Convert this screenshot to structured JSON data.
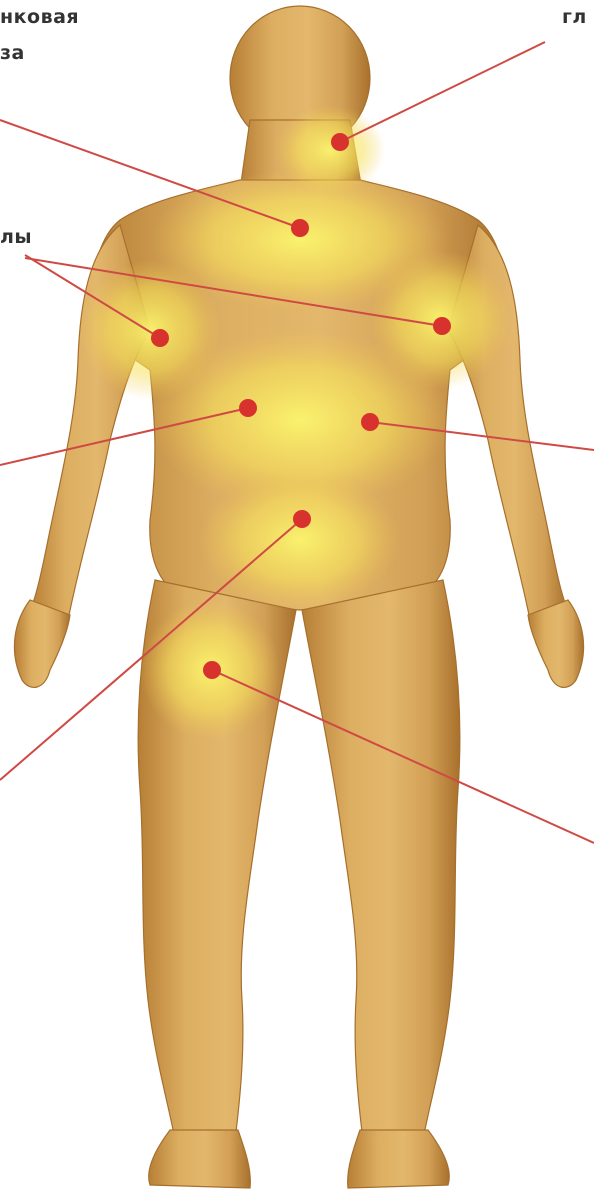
{
  "labels": {
    "top_left_line1": "нковая",
    "top_left_line2": "за",
    "top_right": "гл",
    "mid_left": "лы"
  },
  "colors": {
    "skin": "#d9a95a",
    "skin_shadow": "#b9823a",
    "glow": "#fbf26a",
    "marker": "#d8322f",
    "leader_line": "#cf4a45",
    "label_text": "#333333"
  },
  "figure": "human-body-front",
  "markers": [
    {
      "name": "marker-neck-right"
    },
    {
      "name": "marker-chest-center"
    },
    {
      "name": "marker-armpit-left"
    },
    {
      "name": "marker-armpit-right"
    },
    {
      "name": "marker-abdomen-left"
    },
    {
      "name": "marker-abdomen-right"
    },
    {
      "name": "marker-groin-center"
    },
    {
      "name": "marker-thigh-left"
    }
  ]
}
